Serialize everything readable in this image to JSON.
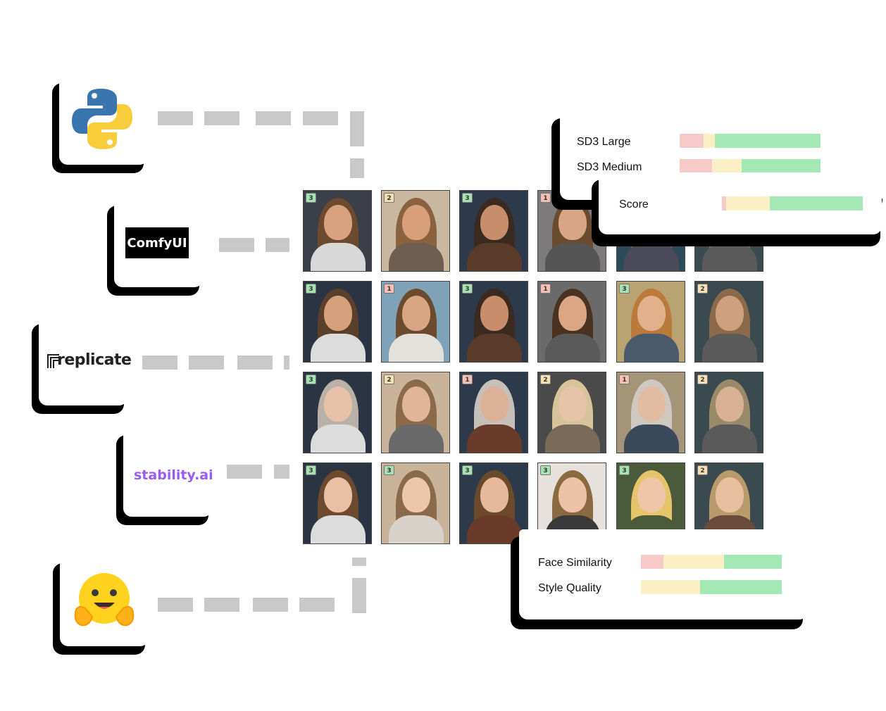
{
  "colors": {
    "score_low": "#f8c9c9",
    "score_mid": "#fbf0c5",
    "score_high": "#a4e8b6",
    "badge_3": "#a6e2b1",
    "badge_2": "#f6e0b1",
    "badge_1": "#f5c0b3",
    "connector": "#c9c9c9"
  },
  "logos": [
    {
      "name": "Python",
      "icon": "python-logo-icon"
    },
    {
      "name": "ComfyUI",
      "label": "ComfyUI"
    },
    {
      "name": "Replicate",
      "label": "replicate",
      "icon": "replicate-mark-icon"
    },
    {
      "name": "Stability AI",
      "label": "stability.ai"
    },
    {
      "name": "Hugging Face",
      "icon": "hugging-face-emoji-icon"
    }
  ],
  "grid": {
    "rows": [
      [
        "3",
        "2",
        "3",
        "1",
        "",
        ""
      ],
      [
        "3",
        "1",
        "3",
        "1",
        "3",
        "2"
      ],
      [
        "3",
        "2",
        "1",
        "2",
        "1",
        "2"
      ],
      [
        "3",
        "3",
        "3",
        "3",
        "3",
        "2"
      ]
    ]
  },
  "model_panel": {
    "items": [
      {
        "label": "SD3 Large",
        "segments": [
          0.17,
          0.08,
          0.75
        ]
      },
      {
        "label": "SD3 Medium",
        "segments": [
          0.23,
          0.21,
          0.56
        ]
      }
    ]
  },
  "score_panel": {
    "label": "Score",
    "segments": [
      0.03,
      0.31,
      0.66
    ]
  },
  "quality_panel": {
    "items": [
      {
        "label": "Face Similarity",
        "segments": [
          0.16,
          0.43,
          0.41
        ]
      },
      {
        "label": "Style Quality",
        "segments": [
          0.0,
          0.42,
          0.58
        ]
      }
    ]
  }
}
